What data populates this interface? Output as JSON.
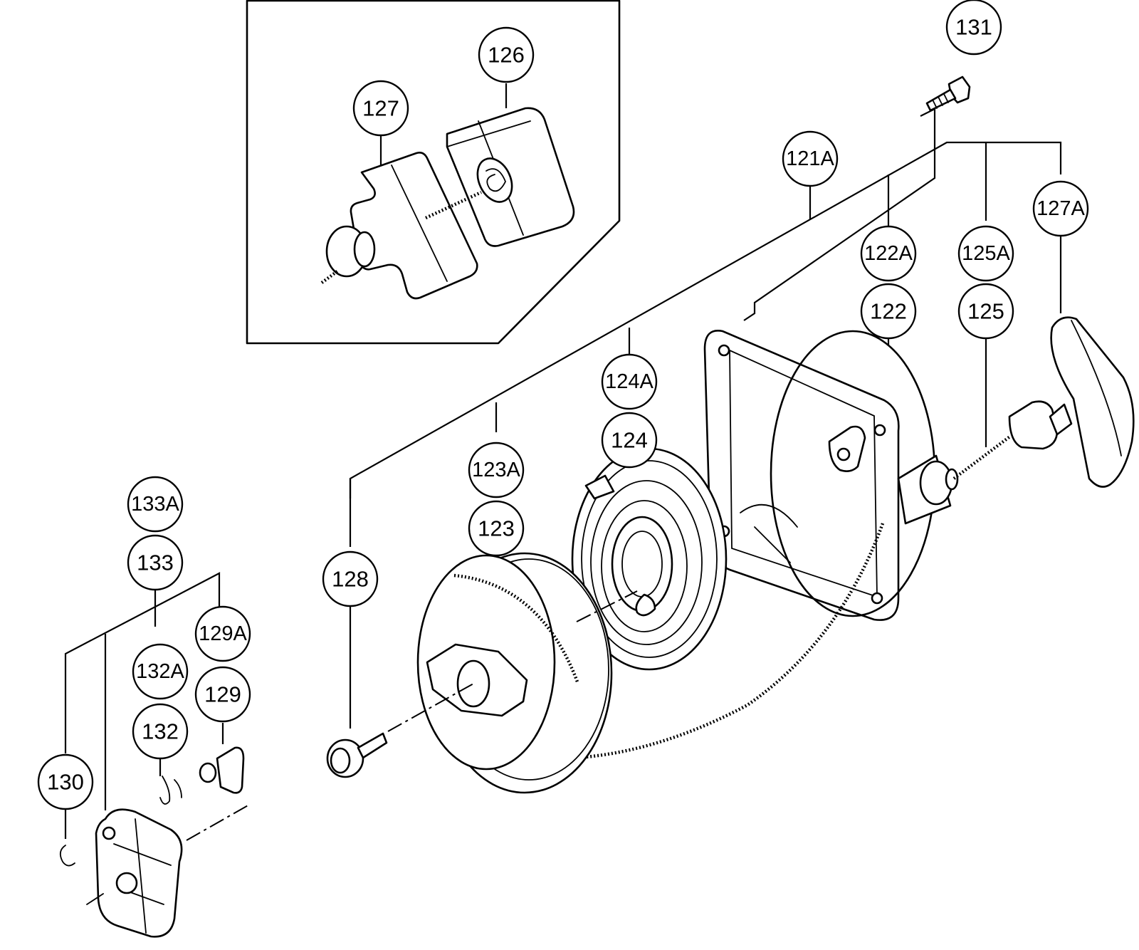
{
  "diagram": {
    "callouts": {
      "c121A": "121A",
      "c122": "122",
      "c122A": "122A",
      "c123": "123",
      "c123A": "123A",
      "c124": "124",
      "c124A": "124A",
      "c125": "125",
      "c125A": "125A",
      "c126": "126",
      "c127": "127",
      "c127A": "127A",
      "c128": "128",
      "c129": "129",
      "c129A": "129A",
      "c130": "130",
      "c131": "131",
      "c132": "132",
      "c132A": "132A",
      "c133": "133",
      "c133A": "133A"
    },
    "colors": {
      "line": "#000000",
      "background": "#ffffff"
    }
  }
}
